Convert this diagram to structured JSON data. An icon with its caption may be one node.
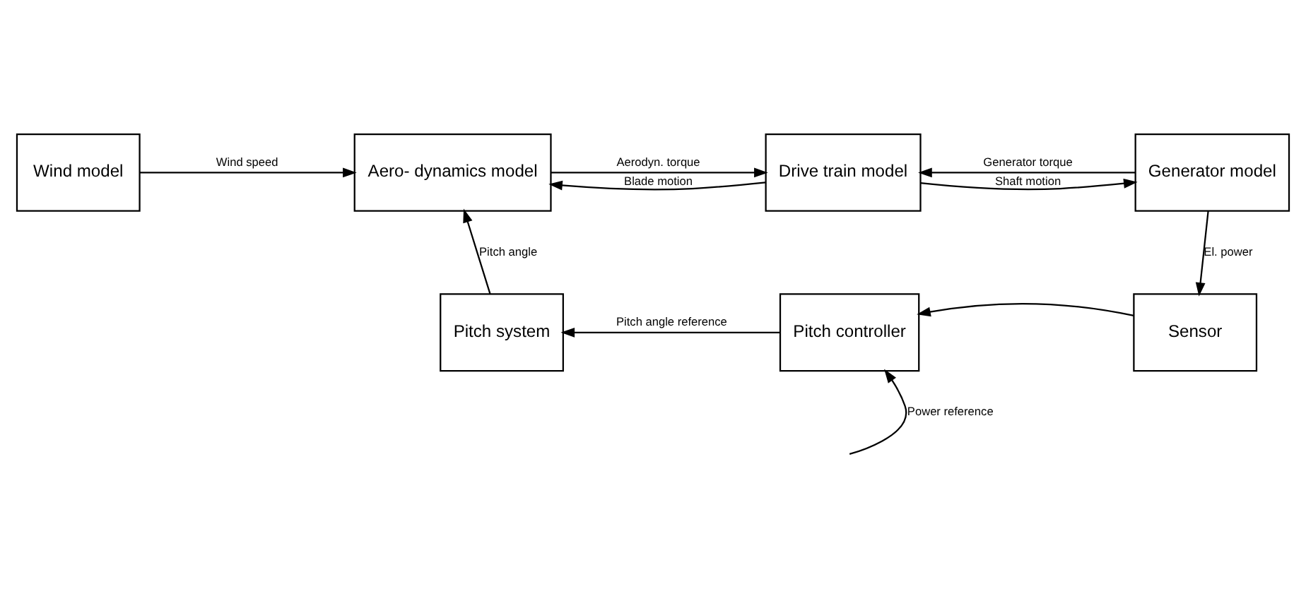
{
  "diagram": {
    "nodes": [
      {
        "text": [
          "Wind model"
        ]
      },
      {
        "text": [
          "Aero- dynamics model"
        ]
      },
      {
        "text": [
          "Drive train model"
        ]
      },
      {
        "text": [
          "Generator model"
        ]
      },
      {
        "text": [
          "Pitch system"
        ]
      },
      {
        "text": [
          "Pitch controller"
        ]
      },
      {
        "text": [
          "Sensor"
        ]
      }
    ],
    "edges": [
      {
        "from": 0,
        "to": 1,
        "arrow": "to",
        "label": "Wind speed"
      },
      {
        "from": 1,
        "to": 2,
        "arrow": "to",
        "label": "Aerodyn. torque"
      },
      {
        "from": 2,
        "to": 1,
        "arrow": "to",
        "label": "Blade motion"
      },
      {
        "from": 2,
        "to": 3,
        "arrow": "to",
        "label": "Shaft motion"
      },
      {
        "from": 3,
        "to": 2,
        "arrow": "to",
        "label": "Generator torque"
      },
      {
        "from": 3,
        "to": 6,
        "arrow": "to",
        "label": "El. power"
      },
      {
        "from": 6,
        "to": 5,
        "arrow": "to"
      },
      {
        "from": 5,
        "to": 4,
        "arrow": "to",
        "label": "Pitch angle reference"
      },
      {
        "from": 4,
        "to": 1,
        "arrow": "to",
        "label": "Pitch angle"
      },
      {
        "from": null,
        "to": 5,
        "arrow": "to",
        "label": "Power reference"
      }
    ]
  }
}
